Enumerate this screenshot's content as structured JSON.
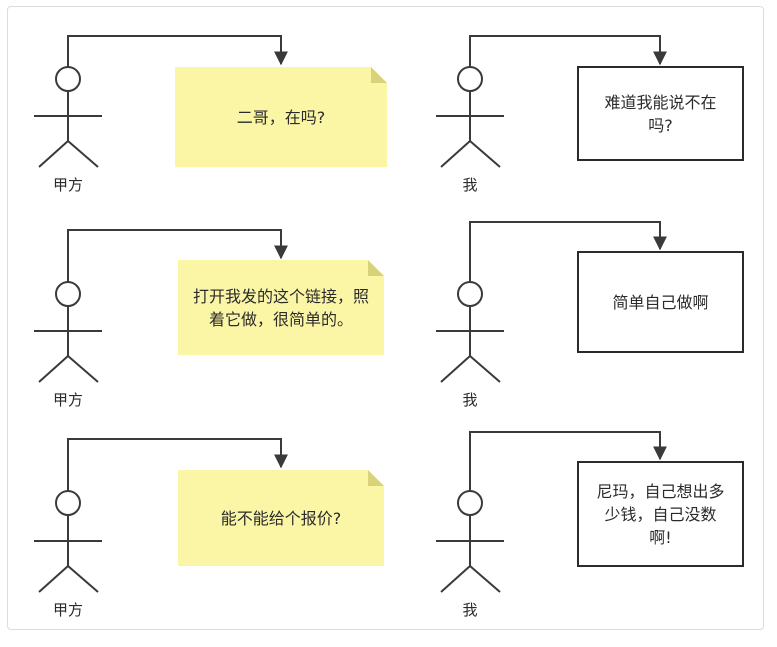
{
  "panels": [
    {
      "actor": "甲方",
      "message": "二哥，在吗?",
      "style": "note"
    },
    {
      "actor": "我",
      "message": "难道我能说不在\n吗?",
      "style": "box"
    },
    {
      "actor": "甲方",
      "message": "打开我发的这个链接，照\n着它做，很简单的。",
      "style": "note"
    },
    {
      "actor": "我",
      "message": "简单自己做啊",
      "style": "box"
    },
    {
      "actor": "甲方",
      "message": "能不能给个报价?",
      "style": "note"
    },
    {
      "actor": "我",
      "message": "尼玛，自己想出多\n少钱，自己没数\n啊!",
      "style": "box"
    }
  ],
  "colors": {
    "note_fill": "#fbf6a6",
    "note_fold": "#d8d27a",
    "line": "#3a3a3a",
    "border": "#dcdcdc"
  }
}
